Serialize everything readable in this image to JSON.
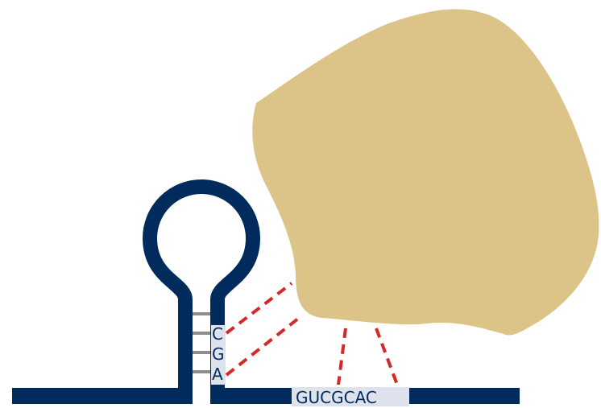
{
  "colors": {
    "rna_strand": "#002b5c",
    "protein": "#dcc387",
    "contact_lines": "#d62828",
    "base_pair_lines": "#8c8c8c",
    "label_background": "#dde2ec"
  },
  "stem_bases": [
    "C",
    "G",
    "A"
  ],
  "binding_sequence": "GUCGCAC"
}
